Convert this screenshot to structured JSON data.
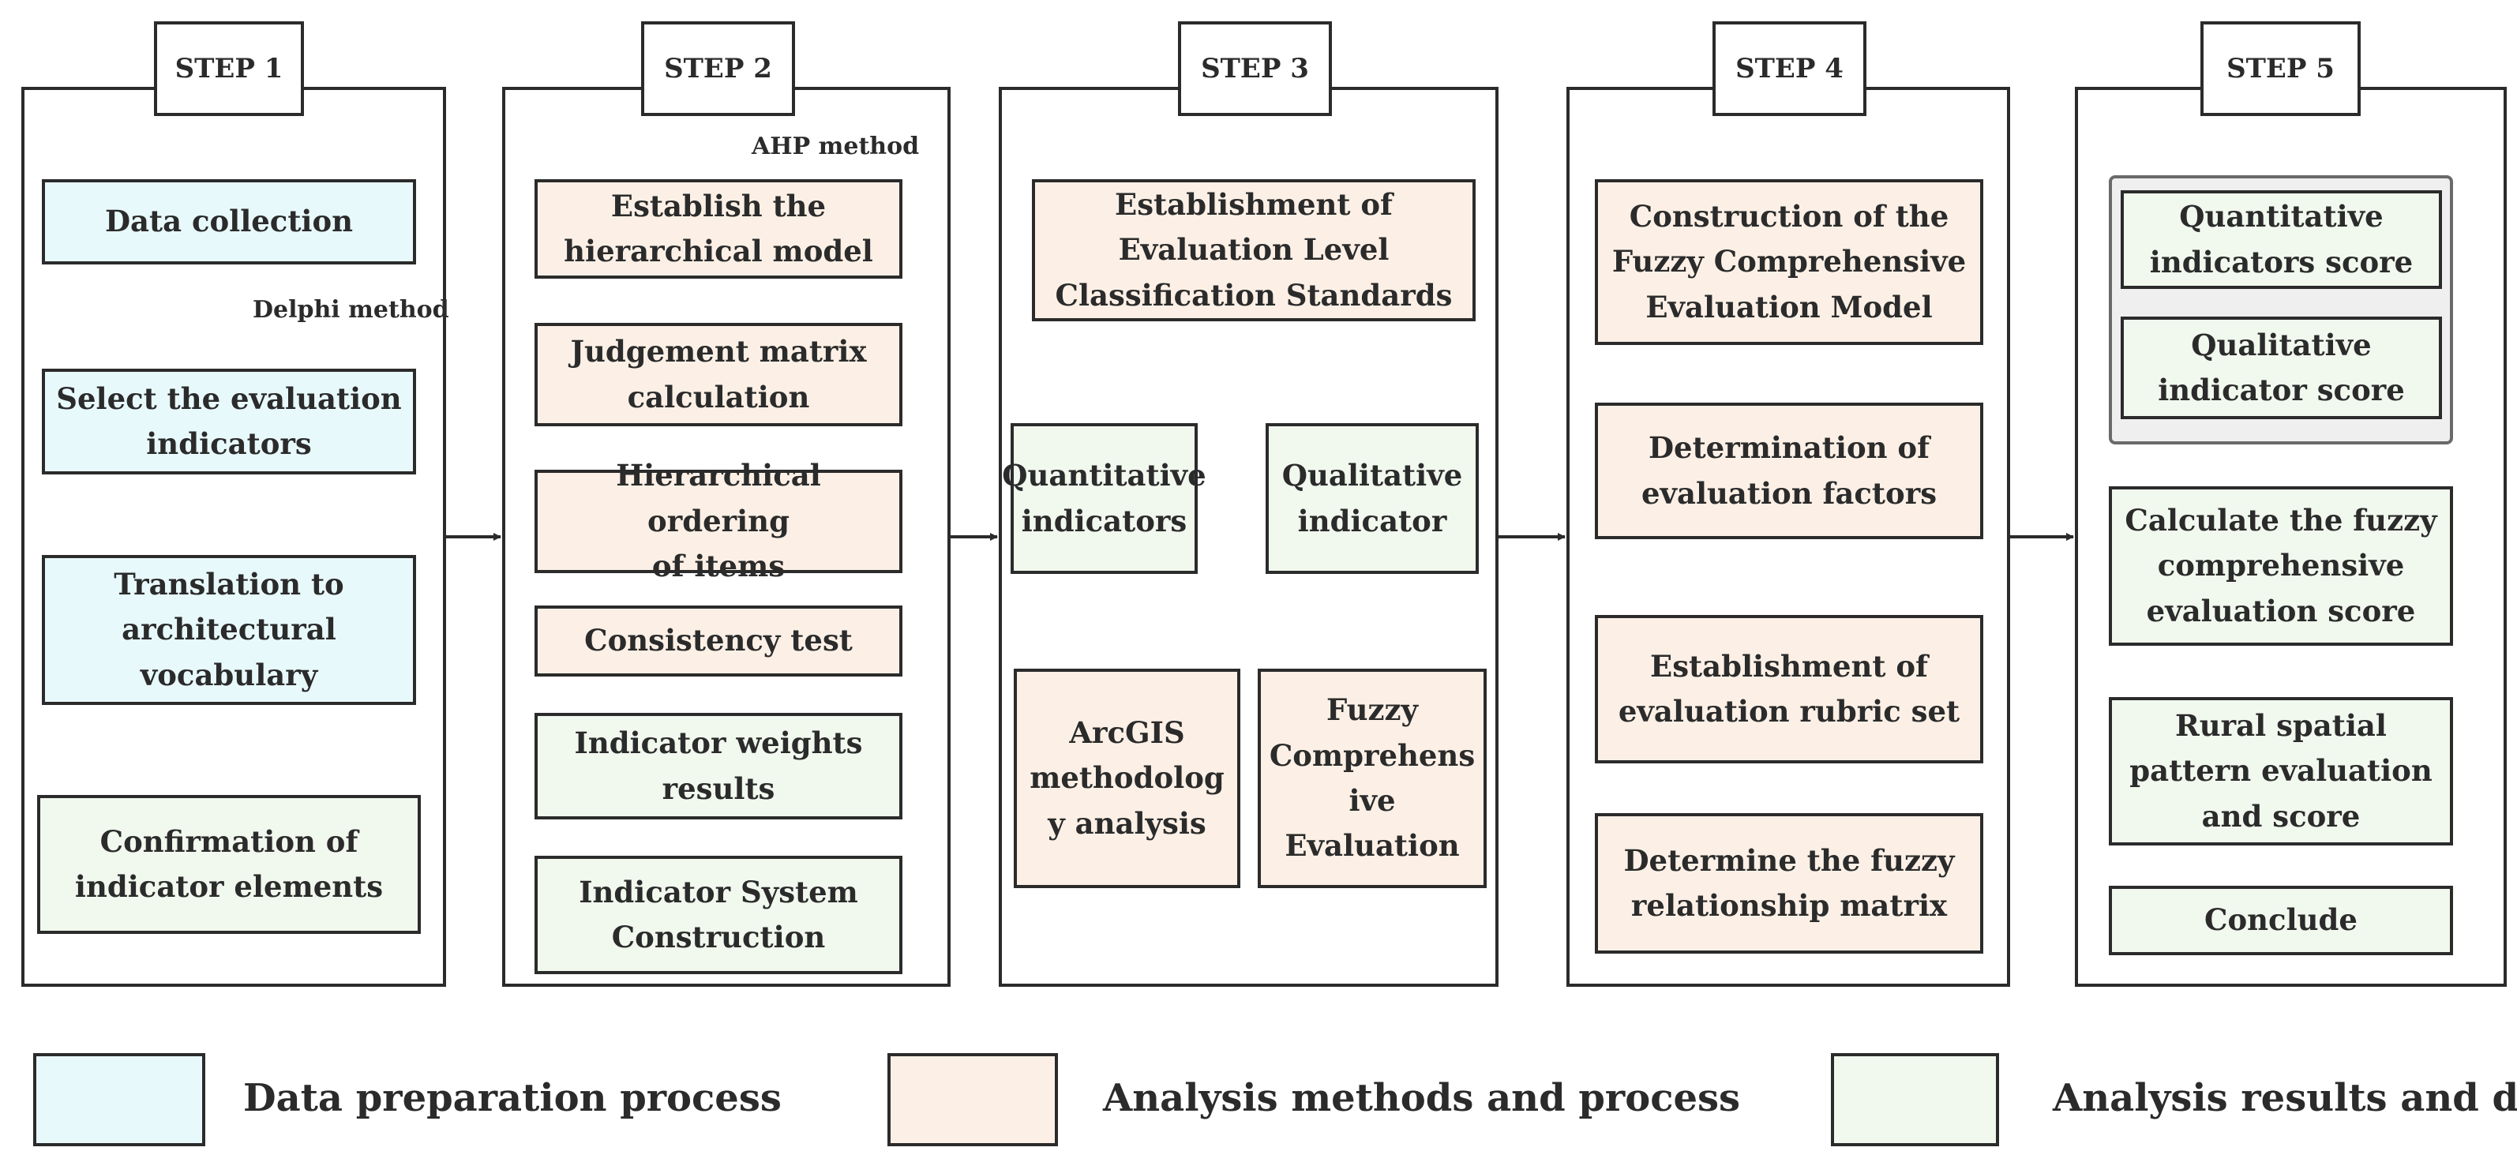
{
  "colors": {
    "data_preparation": "#e8f9fc",
    "analysis_methods": "#fcf0e6",
    "analysis_results": "#f1f8ee",
    "line": "#2b2b2b"
  },
  "steps": {
    "s1": {
      "title": "STEP 1",
      "note": "Delphi method",
      "boxes": {
        "b1": "Data collection",
        "b2": "Select the evaluation\nindicators",
        "b3": "Translation to\narchitectural\nvocabulary",
        "b4": "Confirmation of\nindicator elements"
      }
    },
    "s2": {
      "title": "STEP 2",
      "note": "AHP method",
      "boxes": {
        "b1": "Establish the\nhierarchical model",
        "b2": "Judgement matrix\ncalculation",
        "b3": "Hierarchical ordering\nof items",
        "b4": "Consistency test",
        "b5": "Indicator weights\nresults",
        "b6": "Indicator System\nConstruction"
      }
    },
    "s3": {
      "title": "STEP 3",
      "boxes": {
        "b1": "Establishment of\nEvaluation Level\nClassification Standards",
        "b2": "Quantitative\nindicators",
        "b3": "Qualitative\nindicator",
        "b4": "ArcGIS\nmethodolog\ny analysis",
        "b5": "Fuzzy\nComprehens\nive\nEvaluation"
      }
    },
    "s4": {
      "title": "STEP 4",
      "boxes": {
        "b1": "Construction of the\nFuzzy Comprehensive\nEvaluation Model",
        "b2": "Determination of\nevaluation factors",
        "b3": "Establishment of\nevaluation rubric set",
        "b4": "Determine the fuzzy\nrelationship matrix"
      }
    },
    "s5": {
      "title": "STEP 5",
      "boxes": {
        "b1": "Quantitative\nindicators score",
        "b2": "Qualitative\nindicator score",
        "b3": "Calculate the fuzzy\ncomprehensive\nevaluation score",
        "b4": "Rural spatial\npattern evaluation\nand score",
        "b5": "Conclude"
      }
    }
  },
  "legend": {
    "prep": "Data preparation process",
    "methods": "Analysis methods and process",
    "results": "Analysis results and data"
  }
}
